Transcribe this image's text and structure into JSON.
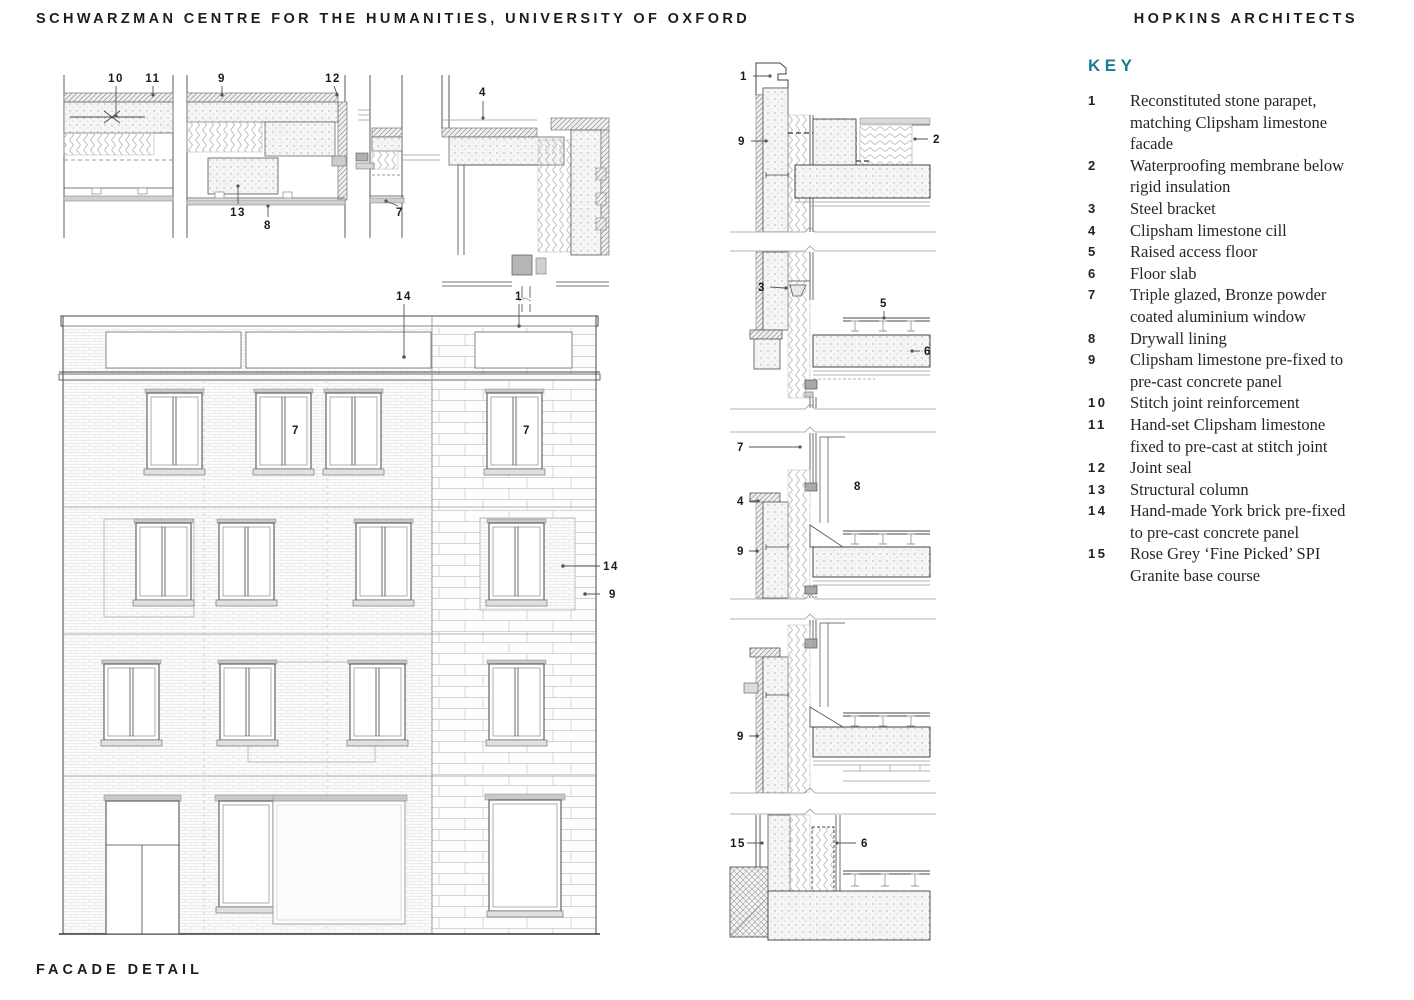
{
  "header": {
    "title": "SCHWARZMAN CENTRE FOR THE HUMANITIES, UNIVERSITY OF OXFORD",
    "firm": "HOPKINS ARCHITECTS"
  },
  "footer": {
    "caption": "FACADE DETAIL"
  },
  "key": {
    "heading": "KEY",
    "accent_color": "#17808F",
    "items": [
      {
        "num": "1",
        "text": "Reconstituted stone parapet, matching Clipsham limestone facade"
      },
      {
        "num": "2",
        "text": "Waterproofing membrane below rigid insulation"
      },
      {
        "num": "3",
        "text": "Steel bracket"
      },
      {
        "num": "4",
        "text": "Clipsham limestone cill"
      },
      {
        "num": "5",
        "text": "Raised access floor"
      },
      {
        "num": "6",
        "text": "Floor slab"
      },
      {
        "num": "7",
        "text": "Triple glazed, Bronze powder coated aluminium window"
      },
      {
        "num": "8",
        "text": "Drywall lining"
      },
      {
        "num": "9",
        "text": "Clipsham limestone pre-fixed to pre-cast concrete panel"
      },
      {
        "num": "10",
        "text": "Stitch joint reinforcement"
      },
      {
        "num": "11",
        "text": "Hand-set Clipsham limestone fixed to pre-cast at stitch joint"
      },
      {
        "num": "12",
        "text": "Joint seal"
      },
      {
        "num": "13",
        "text": "Structural column"
      },
      {
        "num": "14",
        "text": "Hand-made York brick pre-fixed to pre-cast concrete panel"
      },
      {
        "num": "15",
        "text": "Rose Grey ‘Fine Picked’ SPI Granite base course"
      }
    ]
  },
  "callouts": {
    "plan": [
      "10",
      "11",
      "9",
      "12",
      "4",
      "13",
      "8",
      "7"
    ],
    "elevation": [
      "14",
      "1",
      "7",
      "7",
      "14",
      "9"
    ],
    "section": [
      "1",
      "9",
      "2",
      "3",
      "5",
      "6",
      "7",
      "4",
      "8",
      "9",
      "9",
      "15",
      "6"
    ]
  }
}
